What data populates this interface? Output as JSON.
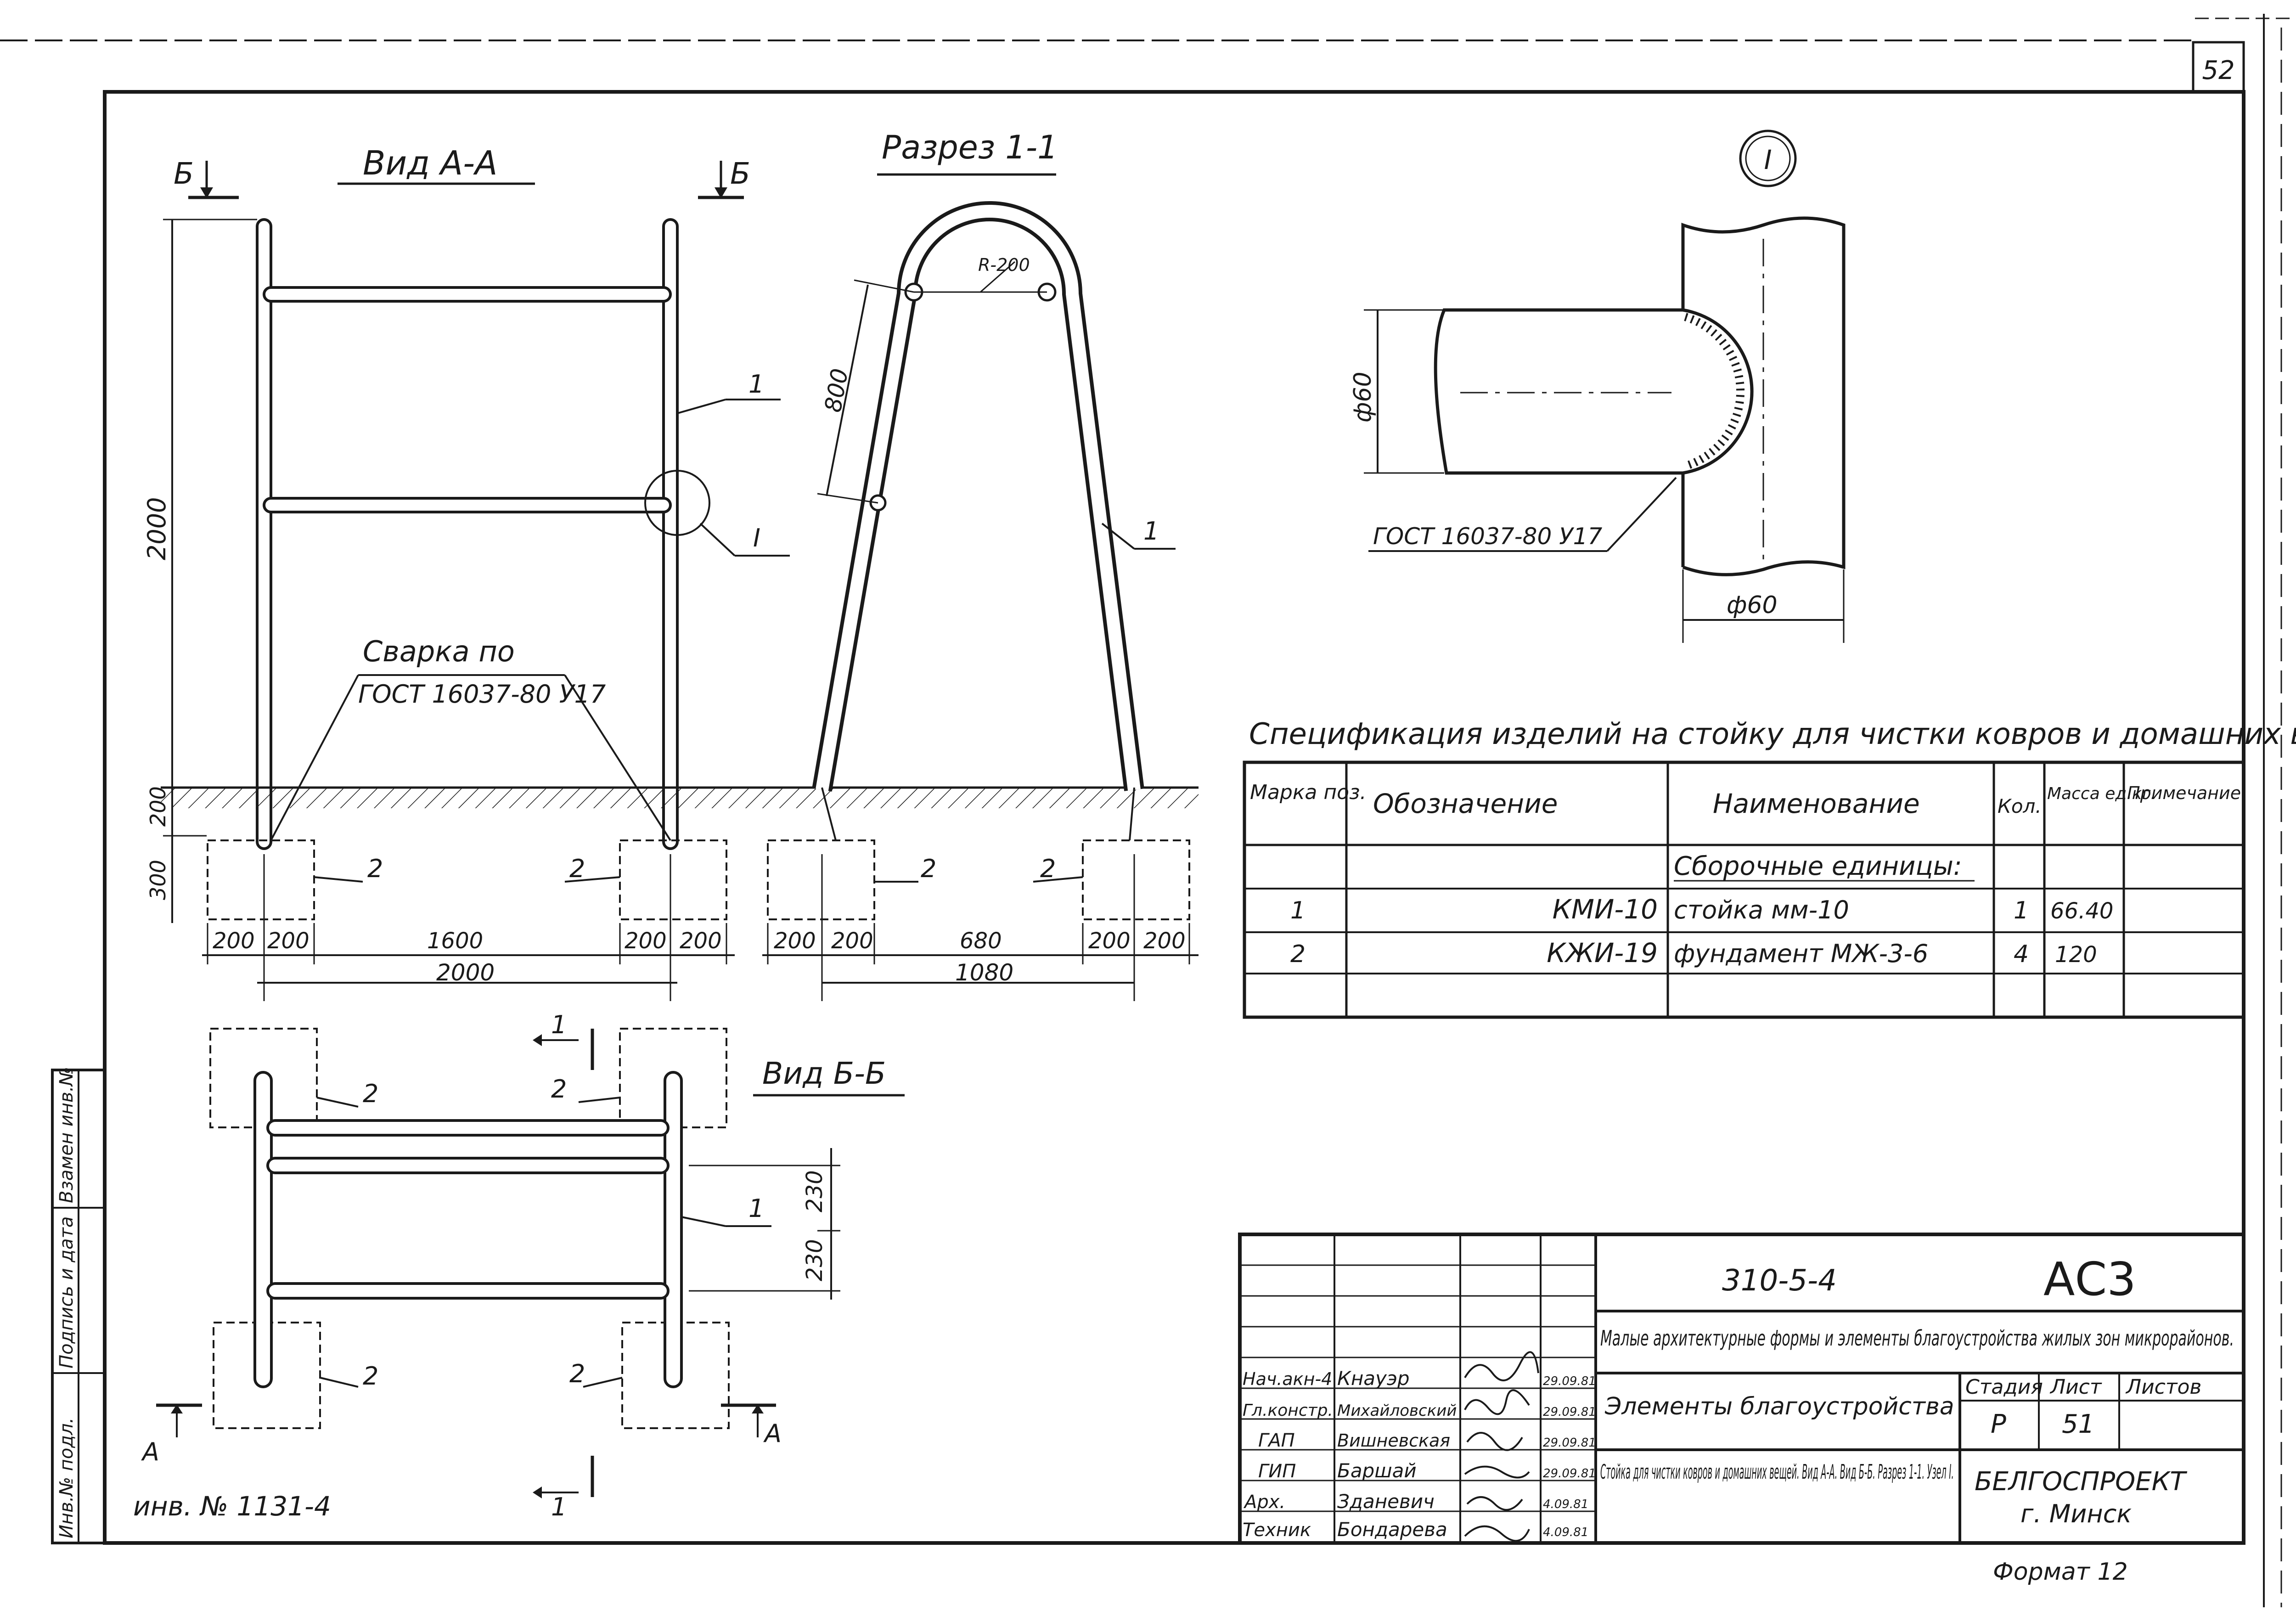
{
  "sheet": {
    "page_number": "52",
    "inv_original": "инв. № 1131-4",
    "format": "Формат 12",
    "side_stamp": {
      "col1": "Инв.№ подл.",
      "col2": "Подпись и дата",
      "col3": "Взамен инв.№"
    }
  },
  "view_aa": {
    "title": "Вид А-А",
    "section_mark": "Б",
    "callout_1": "1",
    "callout_node": "I",
    "callout_2": "2",
    "height_dim": "2000",
    "ground_dim": "200",
    "footing_dim": "300",
    "weld_note_1": "Сварка  по",
    "weld_note_2": "ГОСТ 16037-80 У17",
    "dims_bottom": [
      "200",
      "200",
      "1600",
      "200",
      "200"
    ],
    "dim_total": "2000"
  },
  "section_11": {
    "title": "Разрез 1-1",
    "radius": "R-200",
    "dim_slant": "800",
    "callout_1": "1",
    "callout_2": "2",
    "dims_bottom": [
      "200",
      "200",
      "680",
      "200",
      "200"
    ],
    "dim_total": "1080"
  },
  "view_bb": {
    "title": "Вид Б-Б",
    "section_mark": "А",
    "cut_mark": "1",
    "callout_1": "1",
    "callout_2": "2",
    "dims_vertical": [
      "230",
      "230"
    ]
  },
  "node_1": {
    "label": "I",
    "dim_diameter_1": "ф60",
    "dim_diameter_2": "ф60",
    "weld_note": "ГОСТ 16037-80 У17"
  },
  "spec": {
    "title": "Спецификация изделий на стойку для чистки ковров и домашних вещей",
    "headers": [
      "Марка поз.",
      "Обозначение",
      "Наименование",
      "Кол.",
      "Масса ед.кг.",
      "Примечание"
    ],
    "group": "Сборочные единицы:",
    "rows": [
      {
        "pos": "1",
        "designation": "КМИ-10",
        "name": "стойка  мм-10",
        "qty": "1",
        "mass": "66.40",
        "note": ""
      },
      {
        "pos": "2",
        "designation": "КЖИ-19",
        "name": "фундамент  МЖ-3-6",
        "qty": "4",
        "mass": "120",
        "note": ""
      }
    ]
  },
  "title_block": {
    "code": "310-5-4",
    "mark": "АС3",
    "project_title": "Малые архитектурные формы и элементы благоустройства жилых зон микрорайонов.",
    "section_title": "Элементы благоустройства",
    "sheet_title": "Стойка для чистки ковров и домашних вещей. Вид А-А. Вид Б-Б. Разрез 1-1. Узел I.",
    "stage_label": "Стадия",
    "sheet_label": "Лист",
    "sheets_label": "Листов",
    "stage": "Р",
    "sheet": "51",
    "sheets": "",
    "org": "БЕЛГОСПРОЕКТ",
    "city": "г. Минск",
    "staff": [
      {
        "role": "Нач.акн-4",
        "name": "Кнауэр",
        "date": "29.09.81"
      },
      {
        "role": "Гл.констр.",
        "name": "Михайловский",
        "date": "29.09.81"
      },
      {
        "role": "ГАП",
        "name": "Вишневская",
        "date": "29.09.81"
      },
      {
        "role": "ГИП",
        "name": "Баршай",
        "date": "29.09.81"
      },
      {
        "role": "Арх.",
        "name": "Зданевич",
        "date": "4.09.81"
      },
      {
        "role": "Техник",
        "name": "Бондарева",
        "date": "4.09.81"
      }
    ]
  }
}
